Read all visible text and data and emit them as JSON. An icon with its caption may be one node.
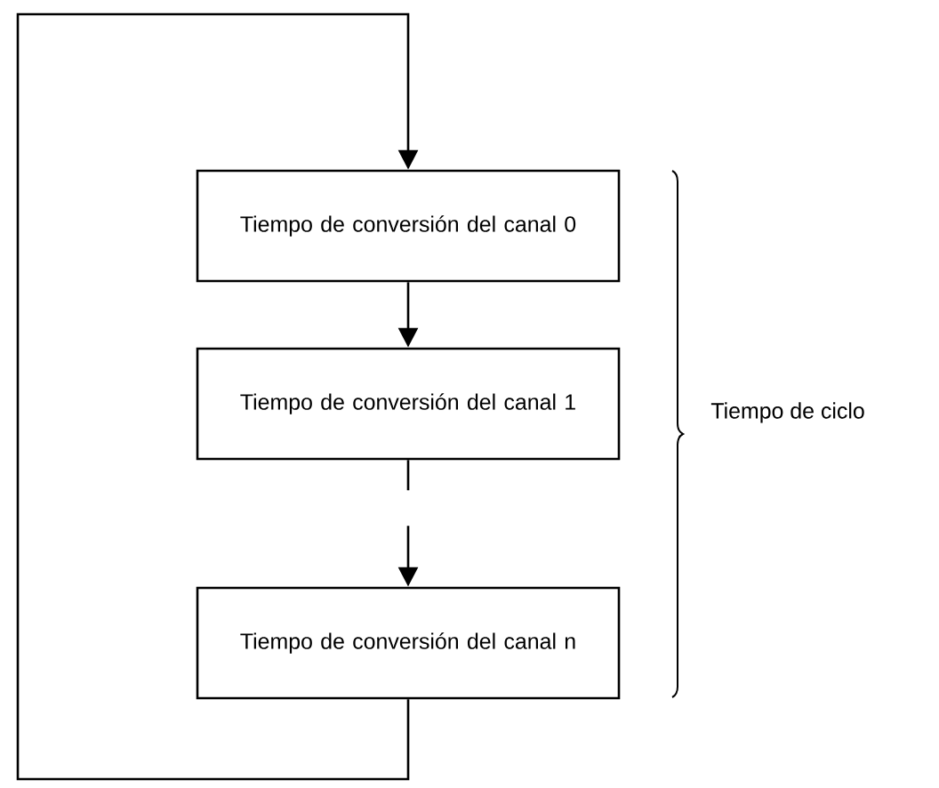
{
  "diagram": {
    "nodes": [
      {
        "text": [
          "Tiempo de conversión del canal 0"
        ]
      },
      {
        "text": [
          "Tiempo de conversión del canal 1"
        ]
      },
      {
        "text": [
          "Tiempo de conversión del canal n"
        ]
      }
    ],
    "edges": [
      {
        "from": 0,
        "to": 1,
        "arrow": "to"
      },
      {
        "from": 1,
        "to": 2,
        "arrow": "to",
        "style": "dashed"
      },
      {
        "from": 2,
        "to": 0,
        "arrow": "to"
      }
    ],
    "labels": [
      "Tiempo de ciclo"
    ]
  }
}
